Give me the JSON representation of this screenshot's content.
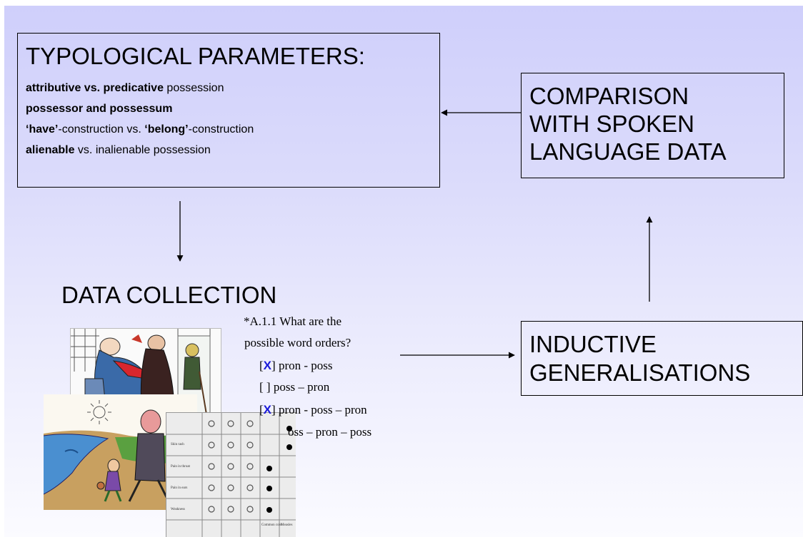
{
  "typology": {
    "title": "TYPOLOGICAL PARAMETERS:",
    "lines": [
      {
        "b1": "attributive vs. predicative",
        "t1": " possession"
      },
      {
        "b1": "possessor and possessum"
      },
      {
        "b1": "‘have’",
        "t1": "-construction vs. ",
        "b2": "‘belong’",
        "t2": "-construction"
      },
      {
        "b1": "alienable",
        "t1": " vs. inalienable possession"
      }
    ]
  },
  "comparison": {
    "lines": [
      "COMPARISON",
      "WITH SPOKEN",
      "LANGUAGE DATA"
    ]
  },
  "data_collection": {
    "title": "DATA COLLECTION"
  },
  "induction": {
    "lines": [
      "INDUCTIVE",
      "GENERALISATIONS"
    ]
  },
  "questionnaire": {
    "q1": "*A.1.1 What are the",
    "q2": "possible word orders?",
    "options": [
      {
        "box_open": "[",
        "mark": "X",
        "box_close": "]",
        "text": " pron - poss"
      },
      {
        "box_open": "[",
        "mark": " ",
        "box_close": "]",
        "text": " poss – pron"
      },
      {
        "box_open": "[",
        "mark": "X",
        "box_close": "]",
        "text": " pron - poss – pron"
      },
      {
        "box_open": "",
        "mark": "",
        "box_close": "",
        "text": "oss – pron – poss"
      }
    ]
  },
  "grid_sheet": {
    "row_labels": [
      "",
      "Skin rash",
      "Pain in throat",
      "Pain in ears",
      "Weakness",
      ""
    ],
    "col_labels": [
      "Common cold",
      "Measles"
    ]
  },
  "colors": {
    "check_mark": "#1a1ad8",
    "arrow": "#000000"
  }
}
